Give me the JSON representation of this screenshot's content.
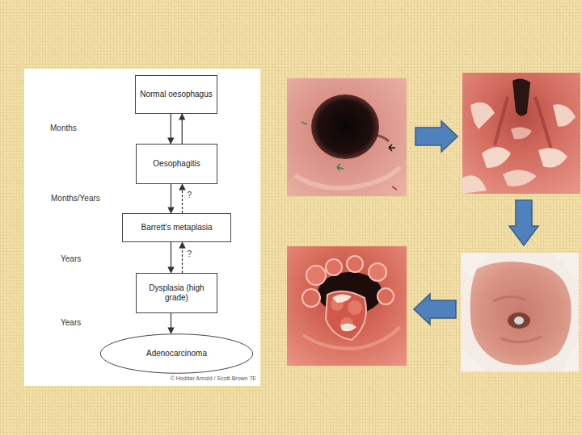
{
  "diagram": {
    "nodes": [
      {
        "text": [
          "Normal oesophagus"
        ]
      },
      {
        "text": [
          "Oesophagitis"
        ]
      },
      {
        "text": [
          "Barrett's metaplasia"
        ]
      },
      {
        "text": [
          "Dysplasia (high grade)"
        ]
      },
      {
        "text": [
          "Adenocarcinoma"
        ]
      }
    ],
    "edges": [
      {
        "from": 0,
        "to": 1,
        "arrow": "to"
      },
      {
        "from": 1,
        "to": 0,
        "arrow": "to"
      },
      {
        "from": 1,
        "to": 2,
        "arrow": "to"
      },
      {
        "from": 2,
        "to": 1,
        "arrow": "to",
        "label": "?"
      },
      {
        "from": 2,
        "to": 3,
        "arrow": "to"
      },
      {
        "from": 3,
        "to": 2,
        "arrow": "to",
        "label": "?"
      },
      {
        "from": 3,
        "to": 4,
        "arrow": "to"
      }
    ],
    "labels": [
      "Months",
      "Months/Years",
      "Years",
      "Years",
      "© Hodder Arnold / Scott-Brown 7E"
    ]
  }
}
